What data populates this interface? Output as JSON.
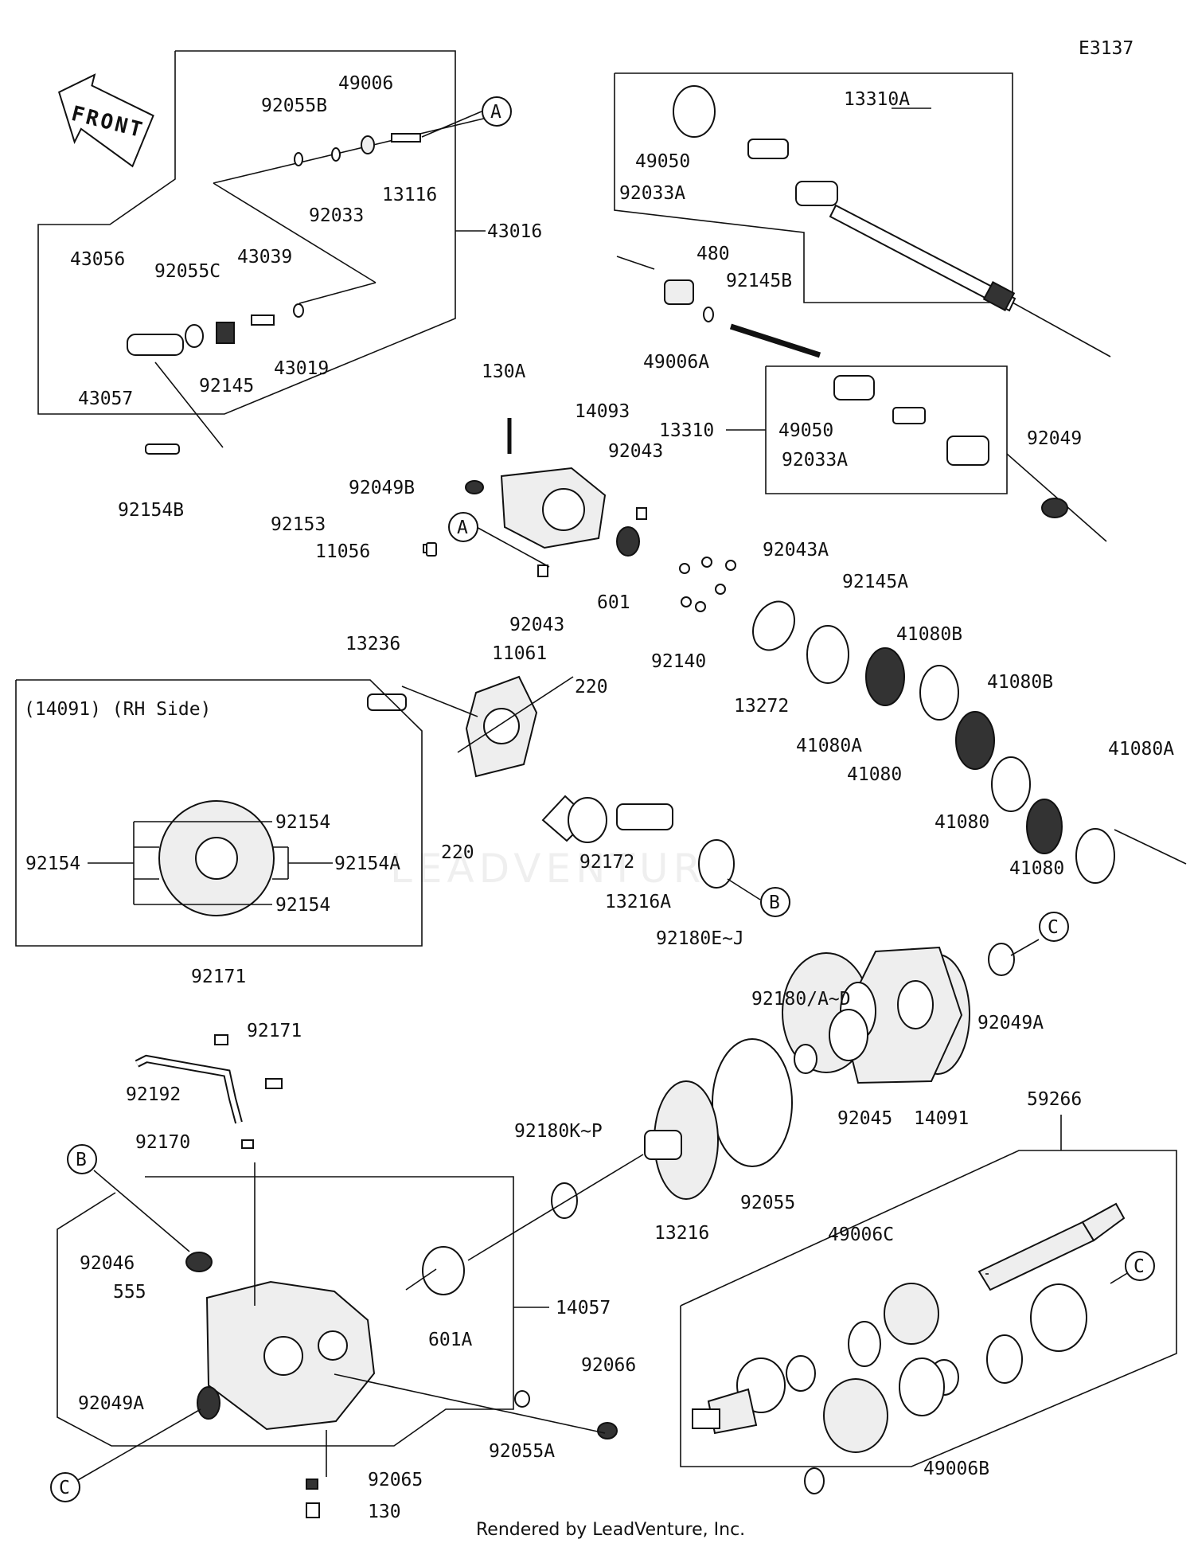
{
  "diagram_id": "E3137",
  "footer": "Rendered by LeadVenture, Inc.",
  "front_arrow": "FRONT",
  "rh_side_box_title": "(14091) (RH Side)",
  "watermark": "LEADVENTURE",
  "callouts": {
    "a": "A",
    "b": "B",
    "c": "C"
  },
  "parts": {
    "p92055B": "92055B",
    "p49006": "49006",
    "p13116": "13116",
    "p92033": "92033",
    "p43016": "43016",
    "p43056": "43056",
    "p92055C": "92055C",
    "p43039": "43039",
    "p43057": "43057",
    "p92145": "92145",
    "p43019": "43019",
    "p92154B": "92154B",
    "p13310A": "13310A",
    "p49050a": "49050",
    "p92033Aa": "92033A",
    "p480": "480",
    "p92145B": "92145B",
    "p49006A": "49006A",
    "p13310": "13310",
    "p49050b": "49050",
    "p92033Ab": "92033A",
    "p92049": "92049",
    "p130A": "130A",
    "p14093": "14093",
    "p92043a": "92043",
    "p92049B": "92049B",
    "p92153": "92153",
    "p11056": "11056",
    "p601": "601",
    "p92043b": "92043",
    "p92140": "92140",
    "p92043A": "92043A",
    "p92145A": "92145A",
    "p13272": "13272",
    "p41080A_a": "41080A",
    "p41080B_a": "41080B",
    "p41080_a": "41080",
    "p41080B_b": "41080B",
    "p41080_b": "41080",
    "p41080A_b": "41080A",
    "p41080_c": "41080",
    "p13236": "13236",
    "p11061": "11061",
    "p220a": "220",
    "p220b": "220",
    "p92172": "92172",
    "p13216A": "13216A",
    "p92180EJ": "92180E~J",
    "p92154a": "92154",
    "p92154b": "92154",
    "p92154A": "92154A",
    "p92154c": "92154",
    "p92171a": "92171",
    "p92171b": "92171",
    "p92192": "92192",
    "p92170": "92170",
    "p92180AD": "92180/A~D",
    "p92049Aa": "92049A",
    "p92045": "92045",
    "p14091": "14091",
    "p92055": "92055",
    "p92180KP": "92180K~P",
    "p13216": "13216",
    "p59266": "59266",
    "p92046": "92046",
    "p555": "555",
    "p14057": "14057",
    "p601A": "601A",
    "p92066": "92066",
    "p92049Ab": "92049A",
    "p92055A": "92055A",
    "p92065": "92065",
    "p130": "130",
    "p49006C": "49006C",
    "p49006B": "49006B"
  }
}
